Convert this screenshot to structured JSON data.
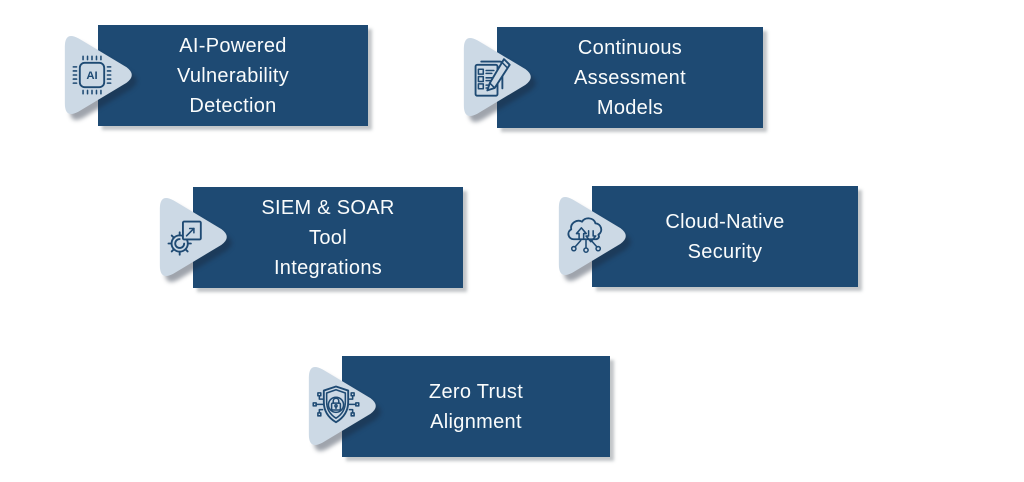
{
  "infographic": {
    "background": "#ffffff",
    "colors": {
      "panel_navy": "#1e4a73",
      "arrow_light_blue": "#ccd9e5",
      "icon_stroke_navy": "#1e4a73",
      "label_text": "#fafcfc",
      "arrow_shadow": "#1a253a"
    },
    "cards": [
      {
        "label": "AI-Powered\nVulnerability\nDetection",
        "icon": "ai-chip-icon",
        "icon_text": "AI"
      },
      {
        "label": "Continuous\nAssessment\nModels",
        "icon": "checklist-pencil-icon"
      },
      {
        "label": "SIEM & SOAR\nTool\nIntegrations",
        "icon": "gear-chart-icon"
      },
      {
        "label": "Cloud-Native\nSecurity",
        "icon": "cloud-transfer-icon"
      },
      {
        "label": "Zero Trust\nAlignment",
        "icon": "shield-lock-icon"
      }
    ]
  }
}
